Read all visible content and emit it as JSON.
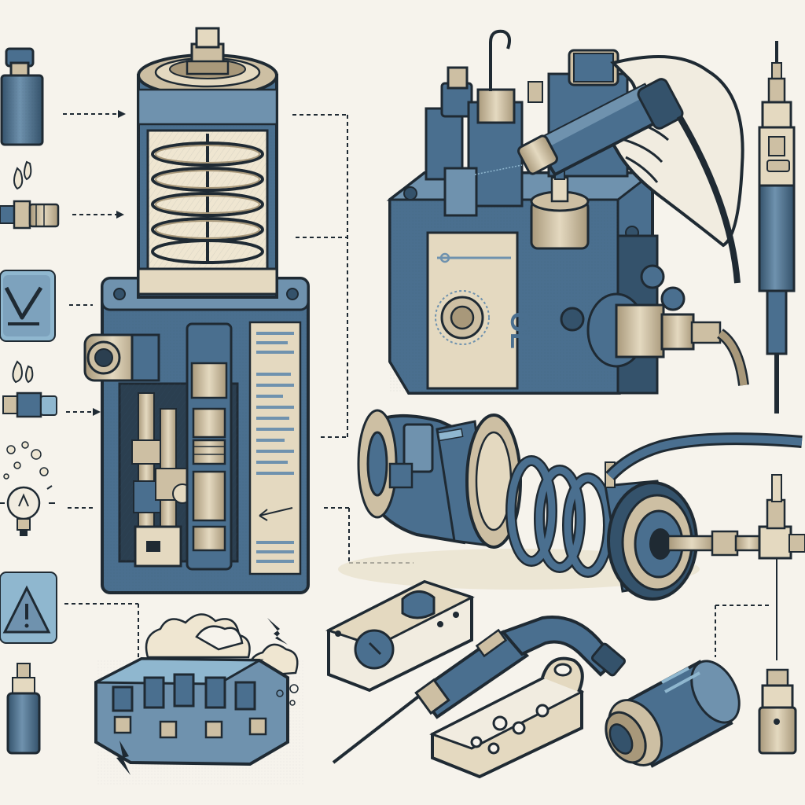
{
  "illustration": {
    "palette": {
      "paper": "#f6f3ec",
      "steel_blue": "#4a6f8f",
      "steel_blue_light": "#6f92ae",
      "steel_blue_dark": "#34526b",
      "brass_tan": "#cdbfa3",
      "brass_tan_dark": "#a8987a",
      "ink": "#1f2a33",
      "label_cream": "#eee6d3",
      "accent_blue": "#8fb7cf",
      "skin": "#f1ece0"
    },
    "icons": [
      "valve-cap-icon",
      "droplet-icon",
      "fitting-icon",
      "check-mark-sign-icon",
      "droplet-icon",
      "fitting-icon",
      "bubbles-icon",
      "light-bulb-icon",
      "warning-sign-icon",
      "vial-icon",
      "spark-icon"
    ],
    "panels": [
      "valve-cutaway",
      "valve-block",
      "hand",
      "probe",
      "spring-cylinder",
      "control-switch",
      "torch-tool",
      "mounting-plate",
      "coupling-cylinder",
      "small-sensor",
      "damaged-terminal-block"
    ],
    "visible_text_on_valve_block": "OL"
  }
}
